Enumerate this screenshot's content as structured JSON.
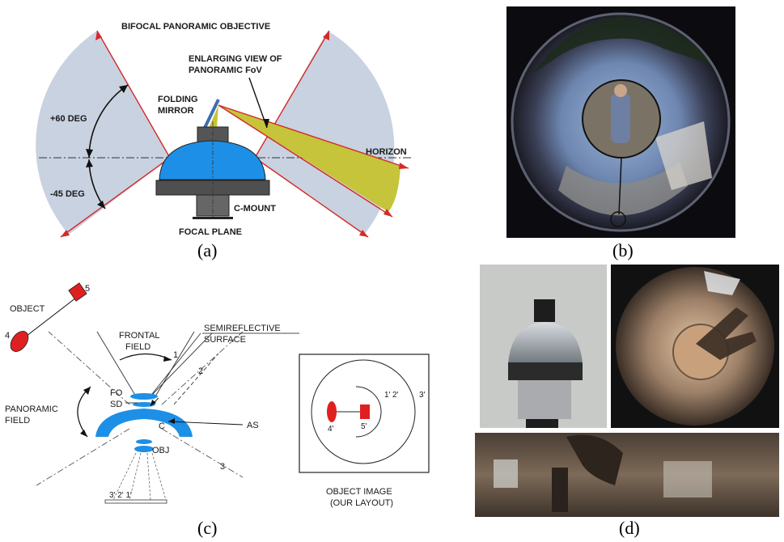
{
  "panel_a": {
    "title": "BIFOCAL PANORAMIC OBJECTIVE",
    "enlarging_line1": "ENLARGING VIEW OF",
    "enlarging_line2": "PANORAMIC FoV",
    "folding_line1": "FOLDING",
    "folding_line2": "MIRROR",
    "plus60": "+60 DEG",
    "minus45": "-45 DEG",
    "horizon": "HORIZON",
    "cmount": "C-MOUNT",
    "focal_plane": "FOCAL PLANE",
    "caption": "(a)"
  },
  "panel_b": {
    "caption": "(b)"
  },
  "panel_c": {
    "object": "OBJECT",
    "n5": "5",
    "n4": "4",
    "frontal_line1": "FRONTAL",
    "frontal_line2": "FIELD",
    "semi_line1": "SEMIREFLECTIVE",
    "semi_line2": "SURFACE",
    "n1": "1",
    "n2": "2",
    "n3": "3",
    "fo": "FO",
    "sd": "SD",
    "c": "C",
    "as": "AS",
    "panoramic_line1": "PANORAMIC",
    "panoramic_line2": "FIELD",
    "obj": "OBJ",
    "bottom_labels": "3' 2' 1'",
    "n1p": "1'",
    "n2p": "2'",
    "n3p": "3'",
    "n4p": "4'",
    "n5p": "5'",
    "objimg_line1": "OBJECT IMAGE",
    "objimg_line2": "(OUR LAYOUT)",
    "caption": "(c)"
  },
  "panel_d": {
    "caption": "(d)"
  },
  "colors": {
    "fov_fill": "#c9d2e0",
    "ray_red": "#d42a2a",
    "lens_blue": "#1e8fe6",
    "enlarging_fill": "#c6c43a",
    "object_red": "#e02020"
  }
}
